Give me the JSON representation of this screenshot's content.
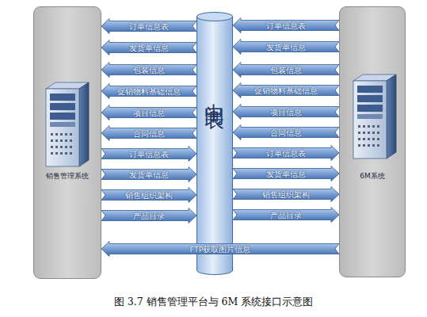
{
  "diagram": {
    "caption": "图 3.7 销售管理平台与 6M 系统接口示意图",
    "nodes": [
      {
        "text": [
          "销售管理系统"
        ]
      },
      {
        "text": [
          "中间表"
        ]
      },
      {
        "text": [
          "6M系统"
        ]
      }
    ],
    "edges": [
      {
        "from": 1,
        "to": 0,
        "arrow": "to",
        "label": "订单信息表"
      },
      {
        "from": 1,
        "to": 0,
        "arrow": "to",
        "label": "发货单信息"
      },
      {
        "from": 1,
        "to": 0,
        "arrow": "to",
        "label": "包装信息"
      },
      {
        "from": 1,
        "to": 0,
        "arrow": "to",
        "label": "促销物料基础信息"
      },
      {
        "from": 1,
        "to": 0,
        "arrow": "to",
        "label": "项目信息"
      },
      {
        "from": 1,
        "to": 0,
        "arrow": "to",
        "label": "合同信息"
      },
      {
        "from": 0,
        "to": 1,
        "arrow": "to",
        "label": "订单信息表"
      },
      {
        "from": 0,
        "to": 1,
        "arrow": "to",
        "label": "发货单信息"
      },
      {
        "from": 0,
        "to": 1,
        "arrow": "to",
        "label": "销售组织架构"
      },
      {
        "from": 0,
        "to": 1,
        "arrow": "to",
        "label": "产品目录"
      },
      {
        "from": 2,
        "to": 1,
        "arrow": "to",
        "label": "订单信息表"
      },
      {
        "from": 2,
        "to": 1,
        "arrow": "to",
        "label": "发货单信息"
      },
      {
        "from": 2,
        "to": 1,
        "arrow": "to",
        "label": "包装信息"
      },
      {
        "from": 2,
        "to": 1,
        "arrow": "to",
        "label": "促销物料基础信息"
      },
      {
        "from": 2,
        "to": 1,
        "arrow": "to",
        "label": "项目信息"
      },
      {
        "from": 2,
        "to": 1,
        "arrow": "to",
        "label": "合同信息"
      },
      {
        "from": 1,
        "to": 2,
        "arrow": "to",
        "label": "订单信息表"
      },
      {
        "from": 1,
        "to": 2,
        "arrow": "to",
        "label": "发货单信息"
      },
      {
        "from": 1,
        "to": 2,
        "arrow": "to",
        "label": "销售组织架构"
      },
      {
        "from": 1,
        "to": 2,
        "arrow": "to",
        "label": "产品目录"
      },
      {
        "from": 2,
        "to": 0,
        "arrow": "to",
        "label": "FTP获取图片信息"
      }
    ]
  }
}
